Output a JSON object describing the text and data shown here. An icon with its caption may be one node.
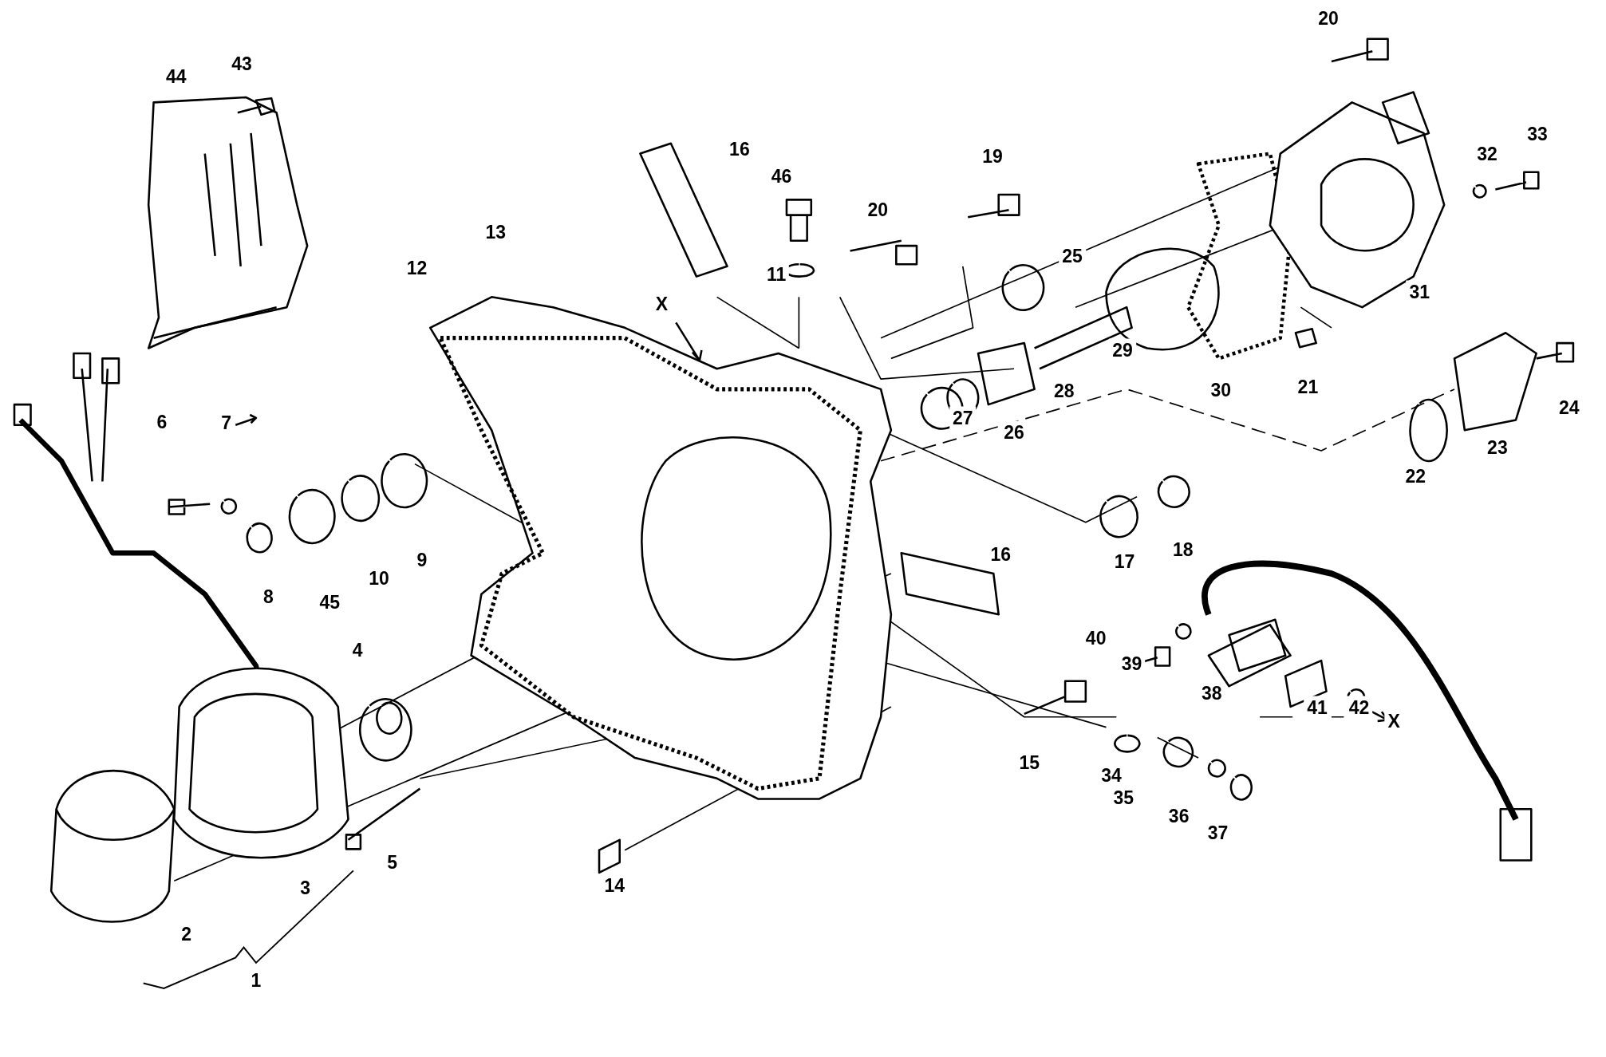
{
  "diagram": {
    "labels": [
      "20",
      "44",
      "43",
      "33",
      "16",
      "32",
      "19",
      "46",
      "20",
      "13",
      "25",
      "12",
      "11",
      "X",
      "31",
      "29",
      "30",
      "21",
      "24",
      "28",
      "27",
      "26",
      "23",
      "6",
      "7",
      "22",
      "9",
      "17",
      "18",
      "16",
      "10",
      "8",
      "45",
      "40",
      "39",
      "4",
      "38",
      "41",
      "42",
      "X",
      "15",
      "34",
      "35",
      "36",
      "37",
      "3",
      "5",
      "14",
      "2",
      "1"
    ]
  }
}
